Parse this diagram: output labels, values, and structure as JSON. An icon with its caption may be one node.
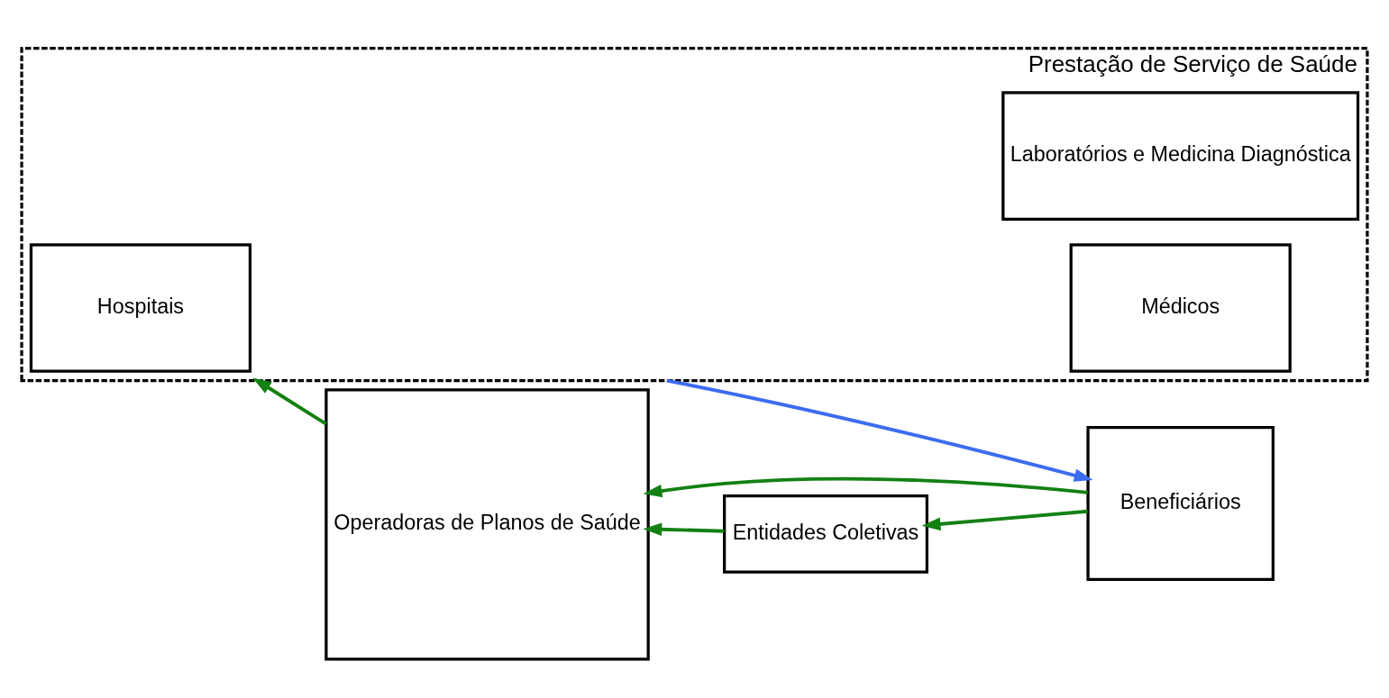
{
  "diagram": {
    "nodes": [
      {
        "text": [
          "Prestação de Serviço de Saúde"
        ]
      },
      {
        "text": [
          "Hospitais"
        ],
        "in": 0
      },
      {
        "text": [
          "Laboratórios e Medicina Diagnóstica"
        ],
        "in": 0
      },
      {
        "text": [
          "Médicos"
        ],
        "in": 0
      },
      {
        "text": [
          "Operadoras de Planos de Saúde"
        ]
      },
      {
        "text": [
          "Entidades Coletivas"
        ]
      },
      {
        "text": [
          "Beneficiários"
        ]
      }
    ],
    "edges": [
      {
        "from": 4,
        "to": 0,
        "arrow": "to"
      },
      {
        "from": 6,
        "to": 4,
        "arrow": "to"
      },
      {
        "from": 6,
        "to": 5,
        "arrow": "to"
      },
      {
        "from": 5,
        "to": 4,
        "arrow": "to"
      },
      {
        "from": 0,
        "to": 6,
        "arrow": "to",
        "color": "#3c6cf0"
      }
    ]
  }
}
